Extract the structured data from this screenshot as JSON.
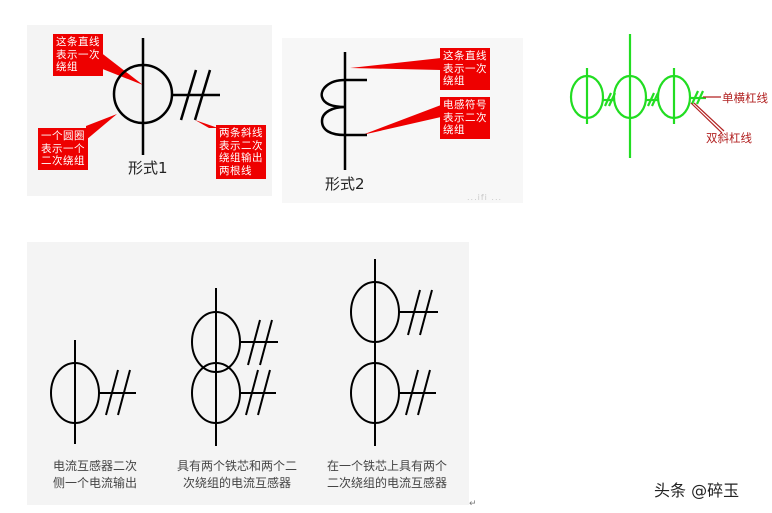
{
  "panel_1": {
    "callout_primary": "这条直线\n表示一次\n绕组",
    "callout_circle": "一个圆圈\n表示一个\n二次绕组",
    "callout_slashes": "两条斜线\n表示二次\n绕组输出\n两根线",
    "caption": "形式1",
    "callout_color": "#ee0000",
    "symbol_color": "#000000"
  },
  "panel_2": {
    "callout_primary": "这条直线\n表示一次\n绕组",
    "callout_inductor": "电感符号\n表示二次\n绕组",
    "caption": "形式2",
    "faint_watermark": "...ifi ..."
  },
  "green_diagram": {
    "label_single": "单横杠线",
    "label_double": "双斜杠线",
    "symbol_color": "#22dd22",
    "label_color": "#b22222"
  },
  "panel_3": {
    "captions": [
      "电流互感器二次\n侧一个电流输出",
      "具有两个铁芯和两个二\n次绕组的电流互感器",
      "在一个铁芯上具有两个\n二次绕组的电流互感器"
    ],
    "return_mark": "↵"
  },
  "watermark": "头条 @碎玉"
}
